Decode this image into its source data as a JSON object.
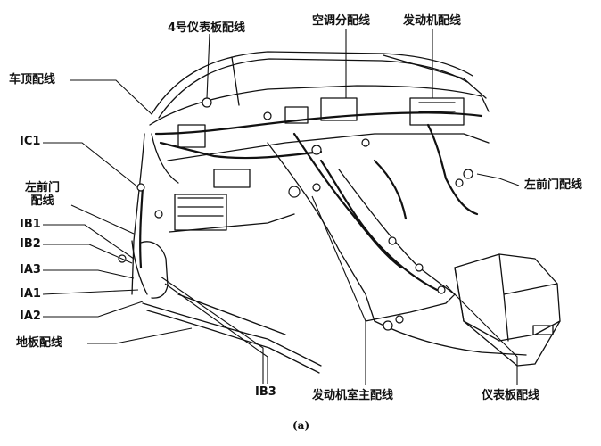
{
  "labels": {
    "no4_panel": "4号仪表板配线",
    "ac_branch": "空调分配线",
    "engine": "发动机配线",
    "roof": "车顶配线",
    "ic1": "IC1",
    "left_front_door_a": "左前门\n配线",
    "left_front_door_b": "左前门配线",
    "ib1": "IB1",
    "ib2": "IB2",
    "ia3": "IA3",
    "ia1": "IA1",
    "ia2": "IA2",
    "floor": "地板配线",
    "ib3": "IB3",
    "engine_room_main": "发动机室主配线",
    "panel": "仪表板配线"
  },
  "caption": "(a)"
}
